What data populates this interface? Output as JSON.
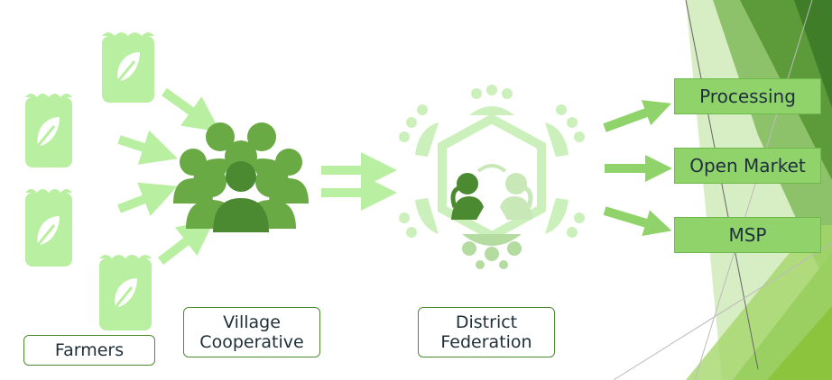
{
  "labels": {
    "farmers": "Farmers",
    "village_line1": "Village",
    "village_line2": "Cooperative",
    "district_line1": "District",
    "district_line2": "Federation"
  },
  "outputs": {
    "processing": "Processing",
    "open_market": "Open Market",
    "msp": "MSP"
  },
  "icons": {
    "farmer": "seed-bag-icon",
    "village": "people-group-icon",
    "district": "round-table-meeting-icon"
  },
  "colors": {
    "pale_green": "#b8efa1",
    "mid_green": "#6aaa45",
    "dark_green": "#4c8a32",
    "output_fill": "#8fd36a",
    "accent_green": "#7cc242"
  }
}
